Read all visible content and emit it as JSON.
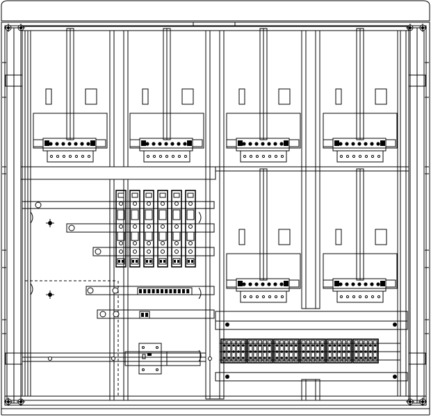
{
  "diagram": {
    "kind": "electrical-cabinet-line-drawing",
    "colors": {
      "line": "#000000",
      "background": "#ffffff"
    },
    "meter_bays": [
      {
        "row": "top",
        "col": 1
      },
      {
        "row": "top",
        "col": 2
      },
      {
        "row": "top",
        "col": 3
      },
      {
        "row": "top",
        "col": 4
      },
      {
        "row": "bottom",
        "col": 3
      },
      {
        "row": "bottom",
        "col": 4
      }
    ],
    "breaker_count": 6,
    "terminal_block_groups": 6,
    "mounting_screw_count": 8
  }
}
